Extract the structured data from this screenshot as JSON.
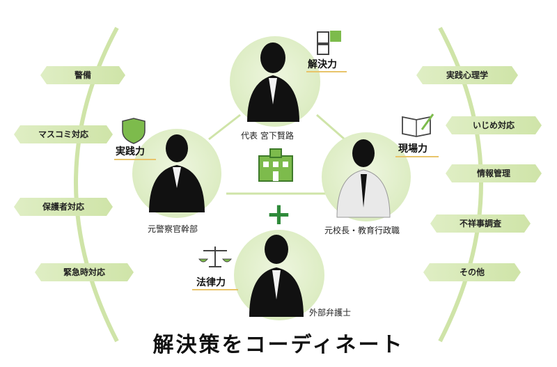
{
  "left_items": [
    "警備",
    "マスコミ対応",
    "保護者対応",
    "緊急時対応"
  ],
  "right_items": [
    "実践心理学",
    "いじめ対応",
    "情報管理",
    "不祥事調査",
    "その他"
  ],
  "people": {
    "top": {
      "caption": "代表 宮下賢路",
      "skill": "解決力",
      "icon": "puzzle-icon"
    },
    "left": {
      "caption": "元警察官幹部",
      "skill": "実践力",
      "icon": "shield-icon"
    },
    "right": {
      "caption": "元校長・教育行政職",
      "skill": "現場力",
      "icon": "notebook-pencil-icon"
    },
    "bottom": {
      "caption": "外部弁護士",
      "skill": "法律力",
      "icon": "scales-icon"
    }
  },
  "center_icon": "school-building-icon",
  "plus_symbol": "+",
  "title": "解決策をコーディネート",
  "colors": {
    "accent_green": "#2f8a3a",
    "light_green": "#d6e9b6",
    "gold": "#e8c46a"
  }
}
